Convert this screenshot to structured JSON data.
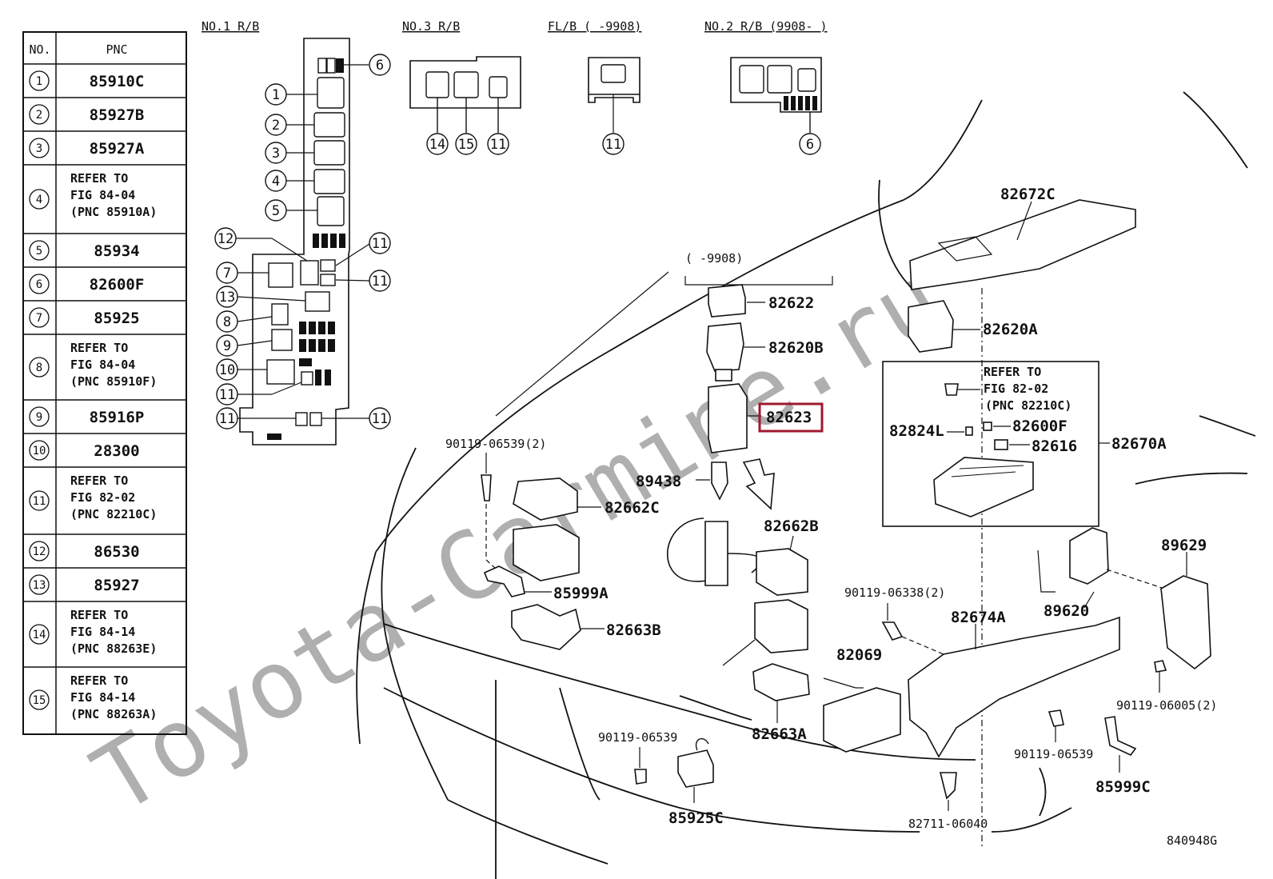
{
  "watermark": "Toyota-Carmine.ru",
  "figure_code": "840948G",
  "table": {
    "headers": [
      "NO.",
      "PNC"
    ],
    "rows": [
      {
        "no": "1",
        "pnc": [
          "85910C"
        ]
      },
      {
        "no": "2",
        "pnc": [
          "85927B"
        ]
      },
      {
        "no": "3",
        "pnc": [
          "85927A"
        ]
      },
      {
        "no": "4",
        "pnc": [
          "REFER TO",
          "FIG 84-04",
          "(PNC 85910A)"
        ]
      },
      {
        "no": "5",
        "pnc": [
          "85934"
        ]
      },
      {
        "no": "6",
        "pnc": [
          "82600F"
        ]
      },
      {
        "no": "7",
        "pnc": [
          "85925"
        ]
      },
      {
        "no": "8",
        "pnc": [
          "REFER TO",
          "FIG 84-04",
          "(PNC 85910F)"
        ]
      },
      {
        "no": "9",
        "pnc": [
          "85916P"
        ]
      },
      {
        "no": "10",
        "pnc": [
          "28300"
        ]
      },
      {
        "no": "11",
        "pnc": [
          "REFER TO",
          "FIG 82-02",
          "(PNC 82210C)"
        ]
      },
      {
        "no": "12",
        "pnc": [
          "86530"
        ]
      },
      {
        "no": "13",
        "pnc": [
          "85927"
        ]
      },
      {
        "no": "14",
        "pnc": [
          "REFER TO",
          "FIG 84-14",
          "(PNC 88263E)"
        ]
      },
      {
        "no": "15",
        "pnc": [
          "REFER TO",
          "FIG 84-14",
          "(PNC 88263A)"
        ]
      }
    ]
  },
  "box_headers": {
    "rb1": "NO.1 R/B",
    "rb3": "NO.3 R/B",
    "flb": "FL/B (     -9908)",
    "rb2": "NO.2 R/B (9908-      )"
  },
  "callouts": {
    "rb1": [
      "6",
      "1",
      "2",
      "3",
      "4",
      "5",
      "12",
      "11",
      "11",
      "7",
      "13",
      "8",
      "9",
      "10",
      "11",
      "11",
      "11"
    ],
    "rb3": [
      "14",
      "15",
      "11"
    ],
    "flb": [
      "11"
    ],
    "rb2": [
      "6"
    ]
  },
  "range_note": "(     -9908)",
  "parts": {
    "p82622": "82622",
    "p82620B": "82620B",
    "p82623": "82623",
    "p89438": "89438",
    "p82662B": "82662B",
    "p82662C": "82662C",
    "p90119_06539_2": "90119-06539(2)",
    "p85999A": "85999A",
    "p82663B": "82663B",
    "p82672C": "82672C",
    "p82620A": "82620A",
    "refer_box": [
      "REFER TO",
      "FIG 82-02",
      "(PNC 82210C)"
    ],
    "p82824L": "82824L",
    "p82600F": "82600F",
    "p82616": "82616",
    "p82670A": "82670A",
    "p89629": "89629",
    "p89620": "89620",
    "p90119_06338_2": "90119-06338(2)",
    "p82674A": "82674A",
    "p82069": "82069",
    "p82663A": "82663A",
    "p90119_06539_a": "90119-06539",
    "p85925C": "85925C",
    "p82711_06040": "82711-06040",
    "p90119_06539_b": "90119-06539",
    "p85999C": "85999C",
    "p90119_06005_2": "90119-06005(2)"
  },
  "highlight_color": "#a0182e"
}
